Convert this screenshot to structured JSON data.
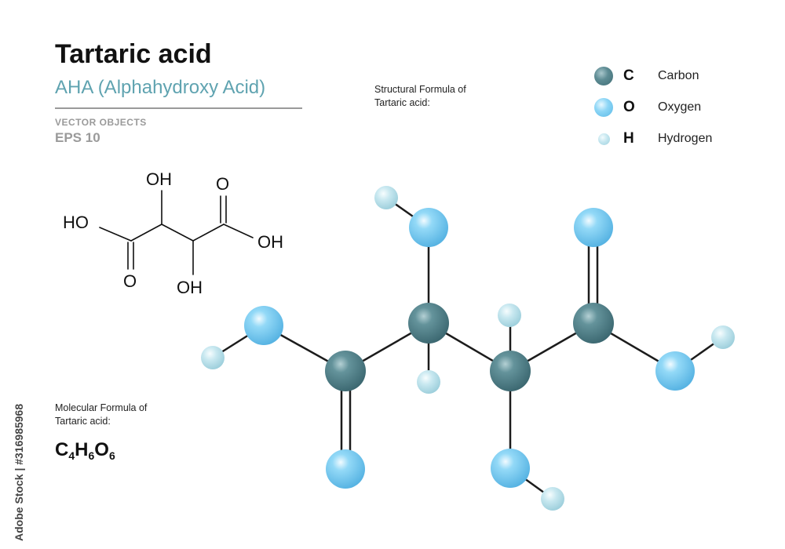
{
  "header": {
    "title": "Tartaric acid",
    "subtitle": "AHA  (Alphahydroxy Acid)",
    "vector_objects": "VECTOR OBJECTS",
    "eps": "EPS 10"
  },
  "structural_label": {
    "line1": "Structural  Formula of",
    "line2": "Tartaric acid:"
  },
  "molecular_label": {
    "line1": "Molecular Formula of",
    "line2": "Tartaric acid:"
  },
  "formula": {
    "c": "C",
    "c_n": "4",
    "h": "H",
    "h_n": "6",
    "o": "O",
    "o_n": "6"
  },
  "skeletal": {
    "oh_top": "OH",
    "ho_left": "HO",
    "o_top_right": "O",
    "oh_right": "OH",
    "o_bottom_left": "O",
    "oh_bottom": "OH"
  },
  "legend": [
    {
      "symbol": "C",
      "name": "Carbon",
      "color": "#4e7e87"
    },
    {
      "symbol": "O",
      "name": "Oxygen",
      "color": "#7fcdf0"
    },
    {
      "symbol": "H",
      "name": "Hydrogen",
      "color": "#b8e0ea"
    }
  ],
  "watermark": "Adobe Stock | #316985968"
}
